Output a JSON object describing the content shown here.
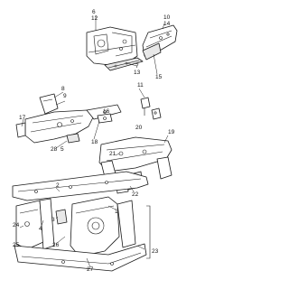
{
  "diagram": {
    "callouts": {
      "c6": "6",
      "c12": "12",
      "c7": "7",
      "c13": "13",
      "c10": "10",
      "c14": "14",
      "c15": "15",
      "c8": "8",
      "c9": "9",
      "c11": "11",
      "c16": "16",
      "c17": "17",
      "c18": "18",
      "c28": "28",
      "c5": "5",
      "c20": "20",
      "c19": "19",
      "c21": "21",
      "c22": "22",
      "c2": "2",
      "c3": "3",
      "c4": "4",
      "c1": "1",
      "c24": "24",
      "c25": "25",
      "c26": "26",
      "c27": "27",
      "c23": "23"
    }
  }
}
